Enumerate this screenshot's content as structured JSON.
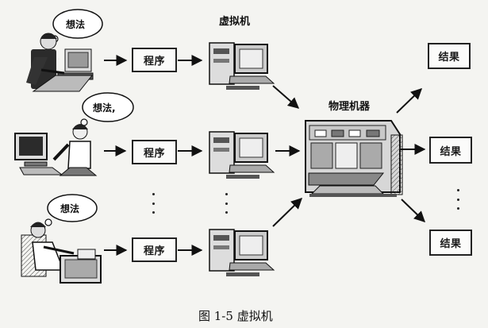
{
  "labels": {
    "virtual_machine": "虚拟机",
    "physical_machine": "物理机器",
    "thought": "想法",
    "thought_comma": "想法,",
    "program": "程序",
    "result": "结果",
    "figure_caption": "图 1-5    虚拟机"
  },
  "rows": [
    {
      "thought": "想法",
      "program": "程序"
    },
    {
      "thought": "想法,",
      "program": "程序"
    },
    {
      "thought": "想法",
      "program": "程序"
    }
  ],
  "results": [
    "结果",
    "结果",
    "结果"
  ],
  "icons": {
    "person": "person-at-computer-icon",
    "computer": "desktop-computer-icon",
    "physical_machine": "physical-machine-console-icon",
    "thought_bubble": "thought-bubble-icon"
  }
}
